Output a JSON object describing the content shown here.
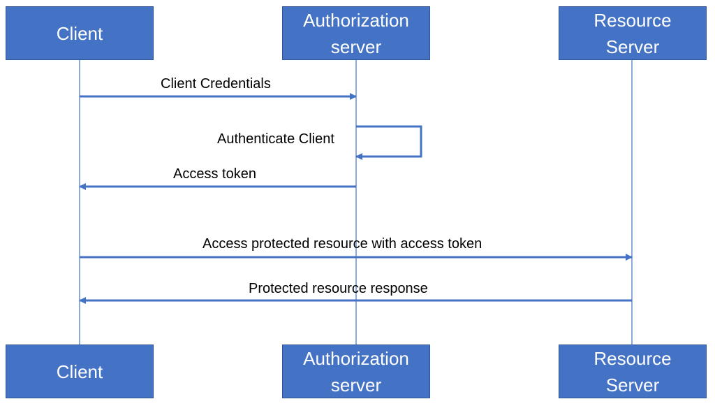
{
  "colors": {
    "actor_fill": "#4472c4",
    "actor_border": "#2f5597",
    "line": "#4472c4",
    "text_on_actor": "#ffffff",
    "label_text": "#000000"
  },
  "actors": {
    "client": "Client",
    "auth_server": "Authorization\nserver",
    "resource_server": "Resource\nServer"
  },
  "messages": [
    {
      "label": "Client Credentials",
      "from": "client",
      "to": "auth_server"
    },
    {
      "label": "Authenticate Client",
      "from": "auth_server",
      "to": "auth_server"
    },
    {
      "label": "Access token",
      "from": "auth_server",
      "to": "client"
    },
    {
      "label": "Access protected resource with access token",
      "from": "client",
      "to": "resource_server"
    },
    {
      "label": "Protected resource response",
      "from": "resource_server",
      "to": "client"
    }
  ]
}
